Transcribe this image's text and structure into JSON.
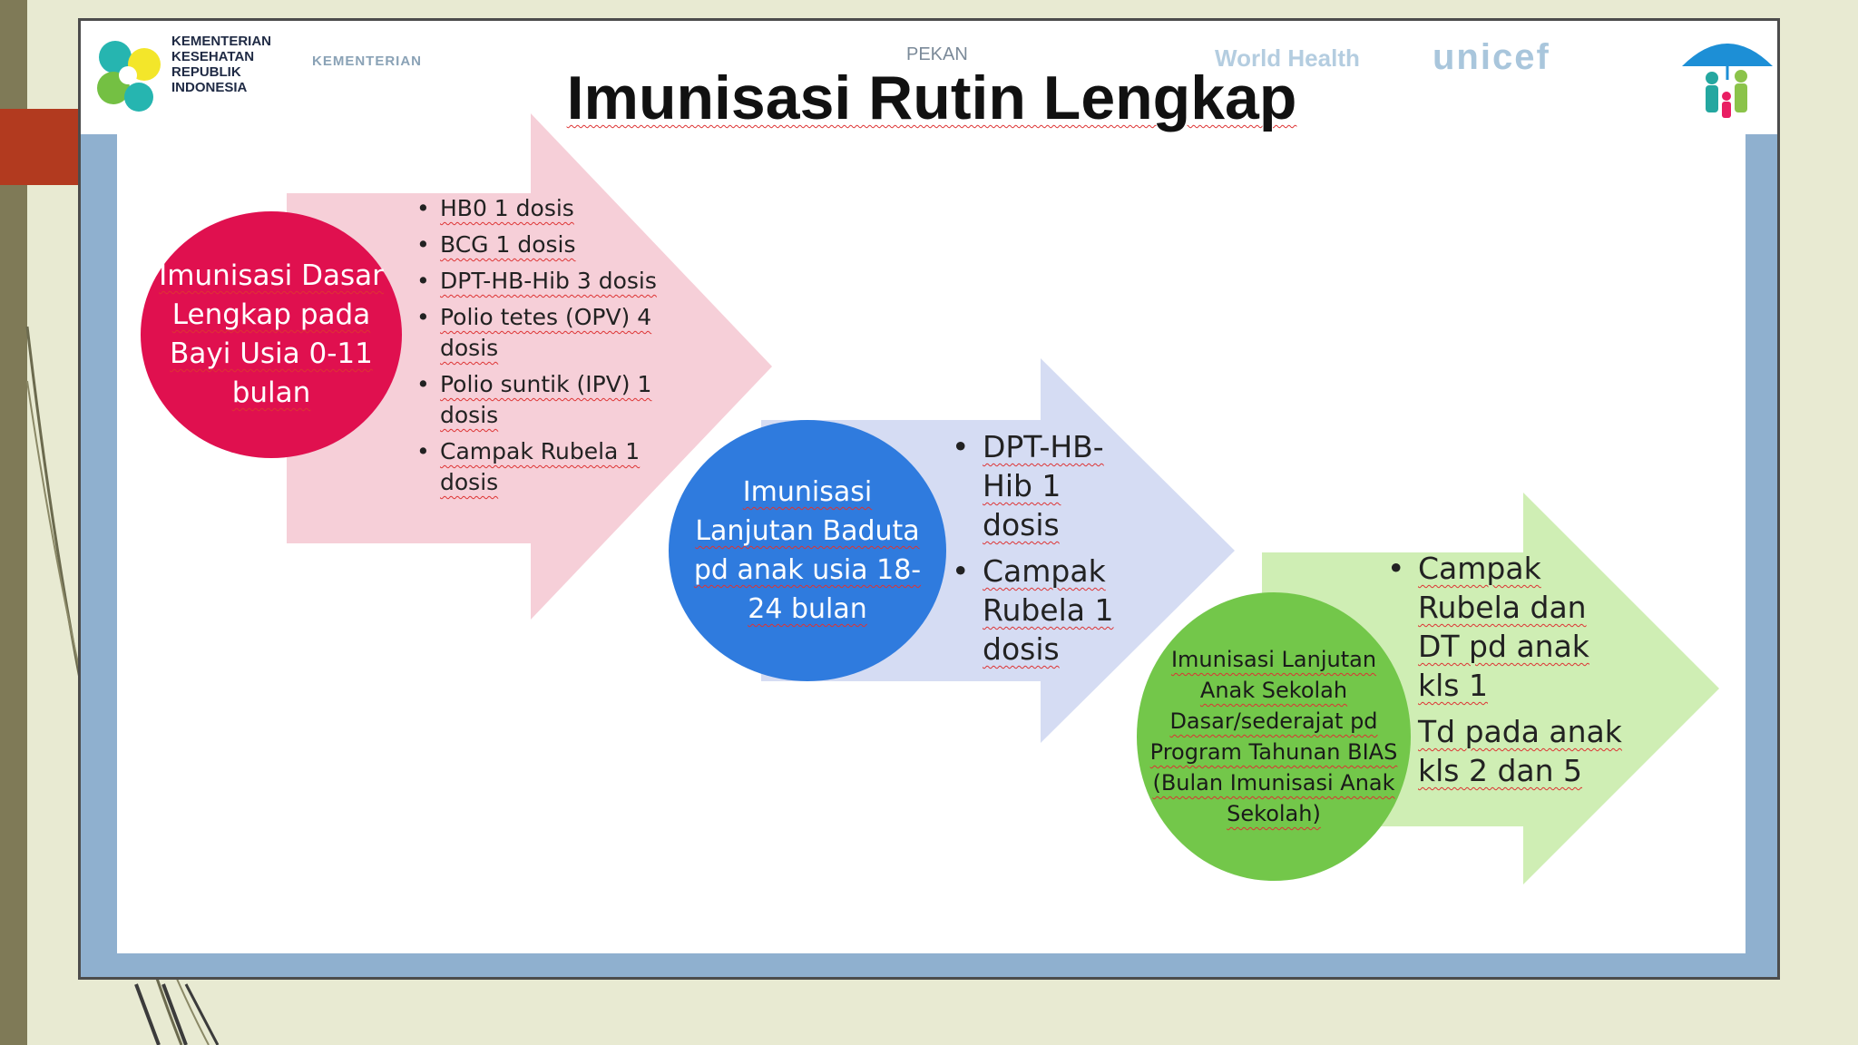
{
  "header": {
    "logo_text": "KEMENTERIAN\nKESEHATAN\nREPUBLIK\nINDONESIA",
    "faint_logos": [
      "KEMENTERIAN",
      "PEKAN",
      "World Health",
      "unicef"
    ]
  },
  "title": "Imunisasi Rutin Lengkap",
  "stage1": {
    "circle_label": "Imunisasi Dasar Lengkap pada Bayi Usia 0-11 bulan",
    "items": [
      "HB0 1 dosis",
      "BCG 1 dosis",
      "DPT-HB-Hib 3 dosis",
      "Polio tetes (OPV) 4 dosis",
      "Polio suntik (IPV) 1 dosis",
      "Campak Rubela 1 dosis"
    ]
  },
  "stage2": {
    "circle_label": "Imunisasi Lanjutan Baduta pd anak usia 18-24 bulan",
    "items": [
      "DPT-HB-Hib 1 dosis",
      "Campak Rubela 1 dosis"
    ]
  },
  "stage3": {
    "circle_label": "Imunisasi Lanjutan Anak Sekolah Dasar/sederajat pd Program Tahunan BIAS (Bulan Imunisasi Anak Sekolah)",
    "items": [
      "Campak Rubela dan DT pd anak kls 1",
      "Td pada anak kls 2 dan 5"
    ]
  },
  "colors": {
    "stage1_circle": "#e0104f",
    "stage1_arrow": "#f6cfd8",
    "stage2_circle": "#2f7bde",
    "stage2_arrow": "#d5dcf3",
    "stage3_circle": "#73c74a",
    "stage3_arrow": "#cfeeb4",
    "accent": "#b23a1f"
  },
  "icons": {
    "logo": "kemenkes-logo-icon",
    "family": "family-umbrella-icon"
  }
}
